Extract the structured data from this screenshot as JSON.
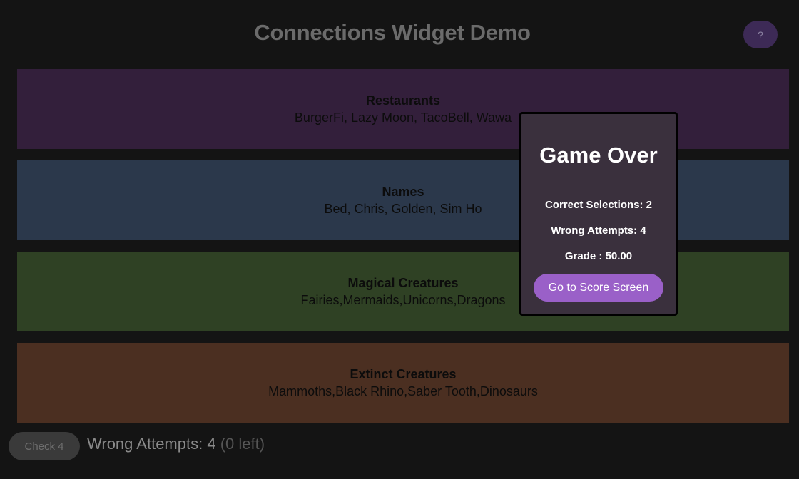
{
  "header": {
    "title": "Connections Widget Demo",
    "help_label": "?"
  },
  "groups": [
    {
      "name": "Restaurants",
      "members": "BurgerFi, Lazy Moon, TacoBell, Wawa",
      "color": "#331f3b"
    },
    {
      "name": "Names",
      "members": "Bed, Chris, Golden, Sim Ho",
      "color": "#2b384b"
    },
    {
      "name": "Magical Creatures",
      "members": "Fairies,Mermaids,Unicorns,Dragons",
      "color": "#2f4124"
    },
    {
      "name": "Extinct Creatures",
      "members": "Mammoths,Black Rhino,Saber Tooth,Dinosaurs",
      "color": "#4b2f21"
    }
  ],
  "footer": {
    "check_label": "Check 4",
    "attempts_label": "Wrong Attempts: 4",
    "attempts_left": "(0 left)"
  },
  "modal": {
    "title": "Game Over",
    "correct": "Correct Selections: 2",
    "wrong": "Wrong Attempts: 4",
    "grade": "Grade : 50.00",
    "button_label": "Go to Score Screen"
  },
  "colors": {
    "accent": "#9a60c8",
    "background": "#141414",
    "modal_background": "#3a303d"
  }
}
